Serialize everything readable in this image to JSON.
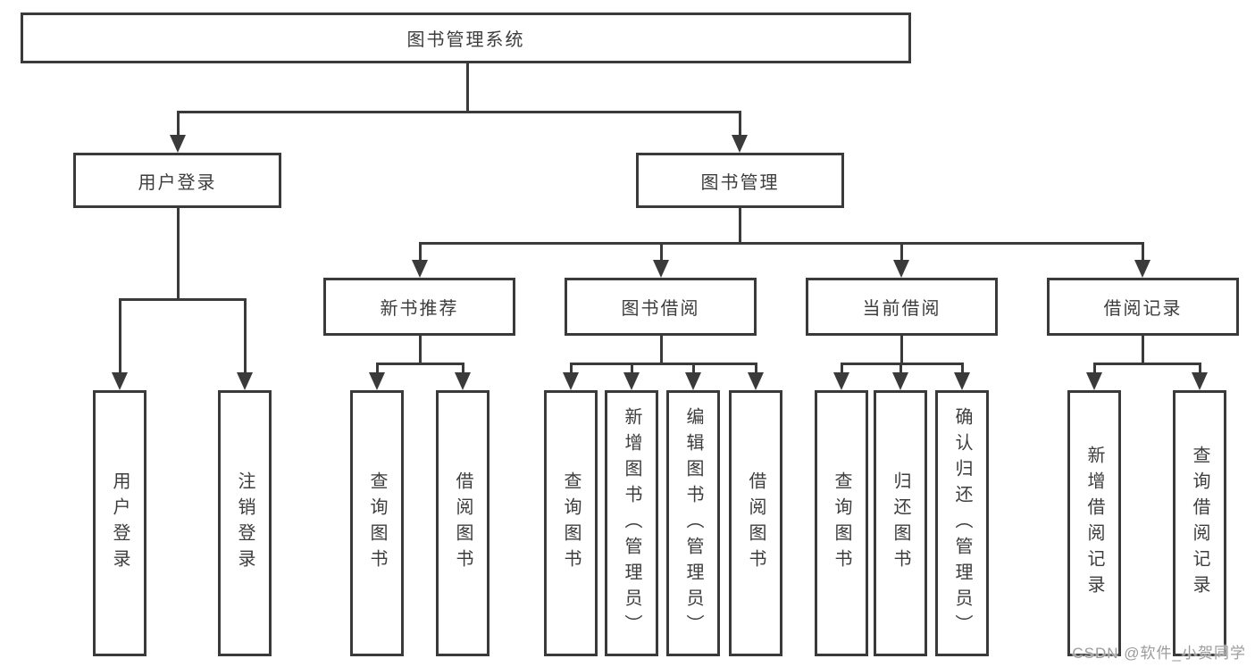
{
  "diagram": {
    "root": {
      "label": "图书管理系统"
    },
    "branches": [
      {
        "label": "用户登录",
        "children": [
          {
            "label": "用户登录"
          },
          {
            "label": "注销登录"
          }
        ]
      },
      {
        "label": "图书管理",
        "children": [
          {
            "label": "新书推荐",
            "children": [
              {
                "label": "查询图书"
              },
              {
                "label": "借阅图书"
              }
            ]
          },
          {
            "label": "图书借阅",
            "children": [
              {
                "label": "查询图书"
              },
              {
                "label": "新增图书（管理员）"
              },
              {
                "label": "编辑图书（管理员）"
              },
              {
                "label": "借阅图书"
              }
            ]
          },
          {
            "label": "当前借阅",
            "children": [
              {
                "label": "查询图书"
              },
              {
                "label": "归还图书"
              },
              {
                "label": "确认归还（管理员）"
              }
            ]
          },
          {
            "label": "借阅记录",
            "children": [
              {
                "label": "新增借阅记录"
              },
              {
                "label": "查询借阅记录"
              }
            ]
          }
        ]
      }
    ]
  },
  "watermark": "CSDN @软件_小贺同学",
  "colors": {
    "line": "#3a3a3a",
    "text": "#3d3d3d",
    "watermark": "#9c9c9c",
    "background": "#ffffff"
  }
}
